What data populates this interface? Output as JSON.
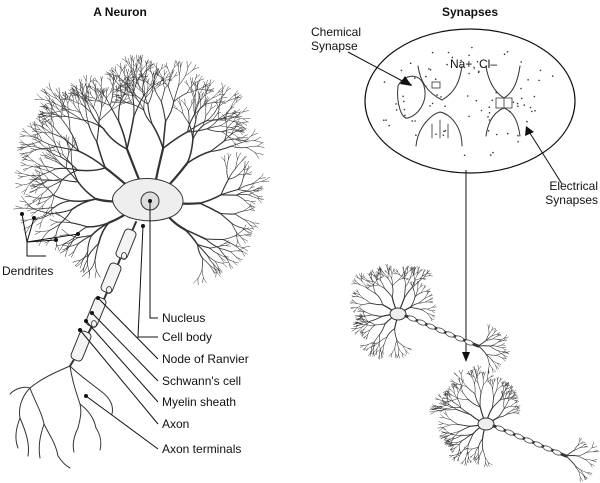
{
  "left": {
    "title": "A Neuron",
    "labels": {
      "dendrites": "Dendrites",
      "nucleus": "Nucleus",
      "cell_body": "Cell body",
      "node_of_ranvier": "Node of Ranvier",
      "schwanns_cell": "Schwann's cell",
      "myelin_sheath": "Myelin sheath",
      "axon": "Axon",
      "axon_terminals": "Axon terminals"
    }
  },
  "right": {
    "title": "Synapses",
    "labels": {
      "chemical_line1": "Chemical",
      "chemical_line2": "Synapse",
      "ions": "Na+, Cl–",
      "electrical_line1": "Electrical",
      "electrical_line2": "Synapses"
    }
  }
}
